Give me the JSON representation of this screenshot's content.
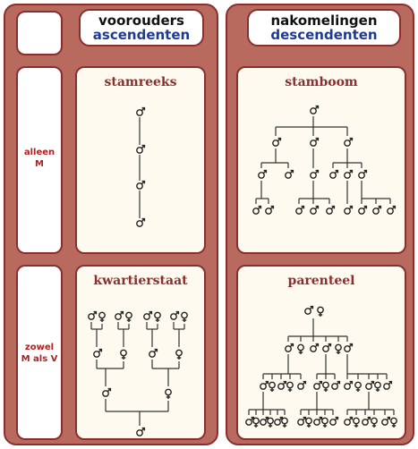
{
  "header": {
    "left_line1": "voorouders",
    "left_line2": "ascendenten",
    "right_line1": "nakomelingen",
    "right_line2": "descendenten"
  },
  "rows": {
    "top_label_line1": "alleen",
    "top_label_line2": "M",
    "bottom_label_line1": "zowel",
    "bottom_label_line2": "M als V"
  },
  "cells": {
    "stamreeks": "stamreeks",
    "stamboom": "stamboom",
    "kwartierstaat": "kwartierstaat",
    "parenteel": "parenteel"
  },
  "colors": {
    "frame": "#8a2e2e",
    "panel_fill": "#b86a5e",
    "cell_fill": "#fffaf0",
    "title": "#8a2e2e",
    "row_label": "#b02020",
    "header_line2": "#1f3a93"
  }
}
